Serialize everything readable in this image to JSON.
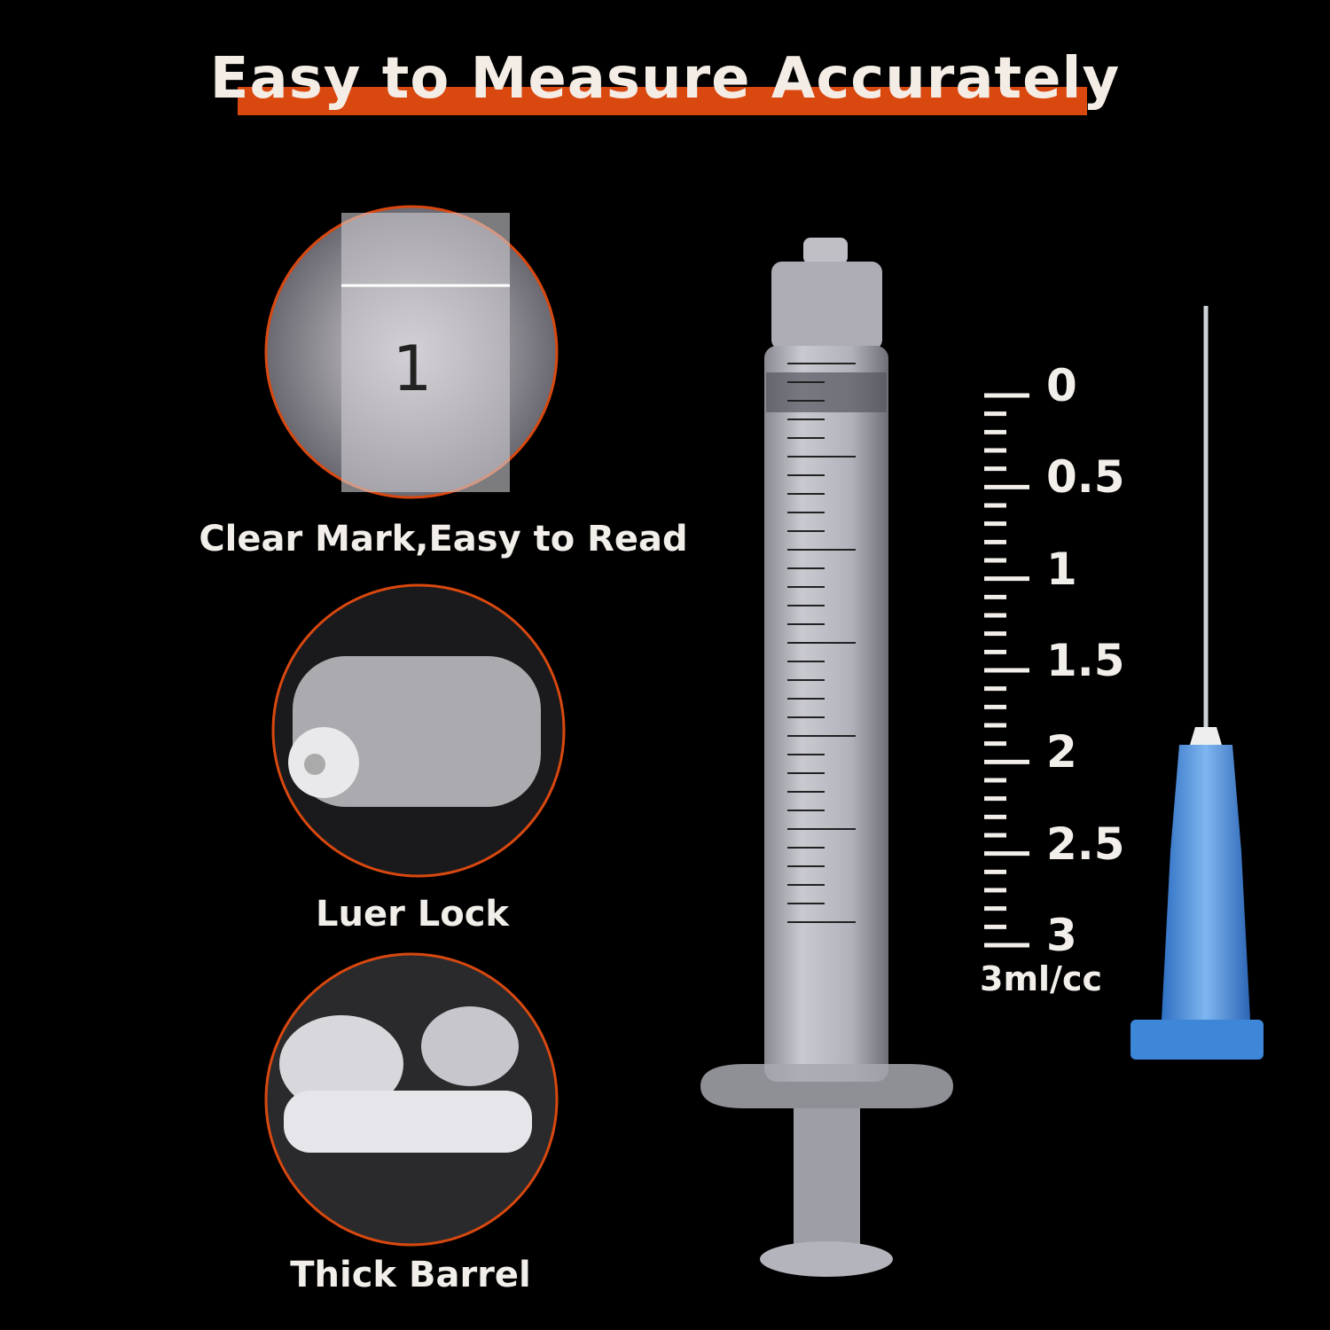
{
  "title": "Easy to Measure Accurately",
  "features": [
    {
      "caption": "Clear Mark,Easy to Read",
      "icon": "syringe-marking-closeup"
    },
    {
      "caption": "Luer Lock",
      "icon": "luer-lock-tip-closeup"
    },
    {
      "caption": "Thick Barrel",
      "icon": "plunger-flange-closeup"
    }
  ],
  "scale": {
    "labels": [
      "0",
      "0.5",
      "1",
      "1.5",
      "2",
      "2.5",
      "3"
    ],
    "unit": "3ml/cc"
  },
  "colors": {
    "accent": "#d9480f",
    "text": "#f2eeea",
    "needle_hub": "#4a90d9"
  }
}
